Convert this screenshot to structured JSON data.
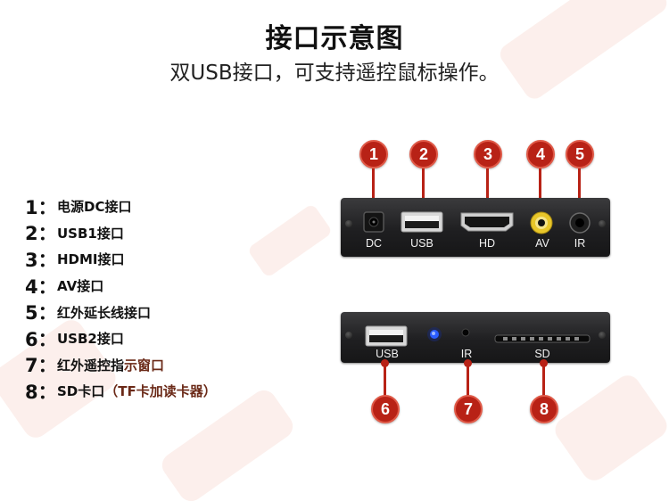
{
  "title": "接口示意图",
  "subtitle": "双USB接口，可支持遥控鼠标操作。",
  "legend": [
    {
      "num": "1：",
      "text": "电源DC接口",
      "extra": ""
    },
    {
      "num": "2：",
      "text": "USB1接口",
      "extra": ""
    },
    {
      "num": "3：",
      "text": "HDMI接口",
      "extra": ""
    },
    {
      "num": "4：",
      "text": "AV接口",
      "extra": ""
    },
    {
      "num": "5：",
      "text": "红外延长线接口",
      "extra": ""
    },
    {
      "num": "6：",
      "text": "USB2接口",
      "extra": ""
    },
    {
      "num": "7：",
      "text": "红外遥控指",
      "extra": "示窗口"
    },
    {
      "num": "8：",
      "text": "SD卡口",
      "extra": "（TF卡加读卡器）"
    }
  ],
  "top_panel": {
    "ports": [
      {
        "num": "1",
        "label": "DC"
      },
      {
        "num": "2",
        "label": "USB"
      },
      {
        "num": "3",
        "label": "HD"
      },
      {
        "num": "4",
        "label": "AV"
      },
      {
        "num": "5",
        "label": "IR"
      }
    ]
  },
  "bottom_panel": {
    "ports": [
      {
        "num": "6",
        "label": "USB"
      },
      {
        "num": "7",
        "label": "IR"
      },
      {
        "num": "8",
        "label": "SD"
      }
    ]
  },
  "colors": {
    "badge": "#b82216",
    "panel": "#232325",
    "av_jack": "#e8c62a",
    "led": "#2a5cff"
  }
}
